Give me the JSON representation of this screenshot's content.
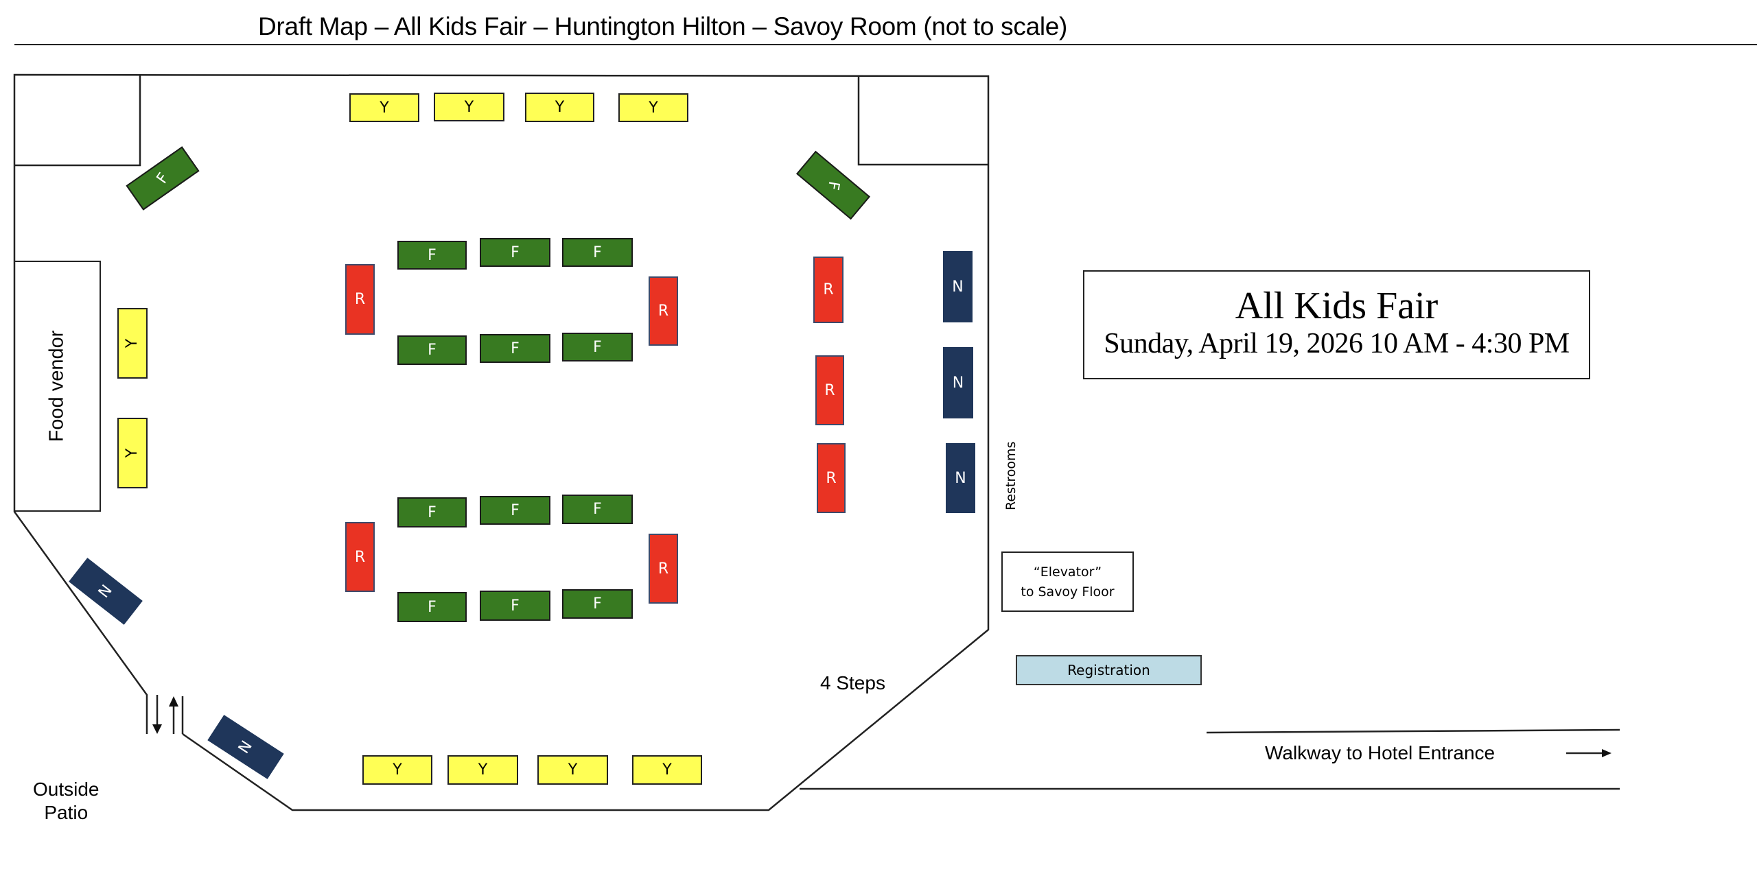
{
  "header": {
    "title": "Draft Map – All Kids Fair  – Huntington Hilton – Savoy Room (not to scale)"
  },
  "event": {
    "name": "All Kids Fair",
    "date_time": "Sunday, April 19, 2026   10 AM - 4:30 PM"
  },
  "legend_colors": {
    "Y": "#ffff55",
    "F": "#387a21",
    "R": "#e93323",
    "N": "#1f365a",
    "registration": "#bddbe5"
  },
  "areas": {
    "food_vendor": "Food vendor",
    "restrooms": "Restrooms",
    "elevator": "“Elevator”\nto Savoy Floor",
    "elevator_line1": "“Elevator”",
    "elevator_line2": "to Savoy Floor",
    "registration": "Registration",
    "steps": "4 Steps",
    "walkway": "Walkway to Hotel Entrance",
    "patio_line1": "Outside",
    "patio_line2": "Patio"
  },
  "booths": {
    "top_row": [
      "Y",
      "Y",
      "Y",
      "Y"
    ],
    "bottom_row": [
      "Y",
      "Y",
      "Y",
      "Y"
    ],
    "left_wall": [
      "Y",
      "Y"
    ],
    "corner_diagonal": [
      "F",
      "F"
    ],
    "upper_cluster": {
      "top": [
        "F",
        "F",
        "F"
      ],
      "bottom": [
        "F",
        "F",
        "F"
      ],
      "ends": [
        "R",
        "R"
      ]
    },
    "lower_cluster": {
      "top": [
        "F",
        "F",
        "F"
      ],
      "bottom": [
        "F",
        "F",
        "F"
      ],
      "ends": [
        "R",
        "R"
      ]
    },
    "right_column_r": [
      "R",
      "R",
      "R"
    ],
    "right_column_n": [
      "N",
      "N",
      "N"
    ],
    "diagonal_n": [
      "N",
      "N"
    ]
  }
}
